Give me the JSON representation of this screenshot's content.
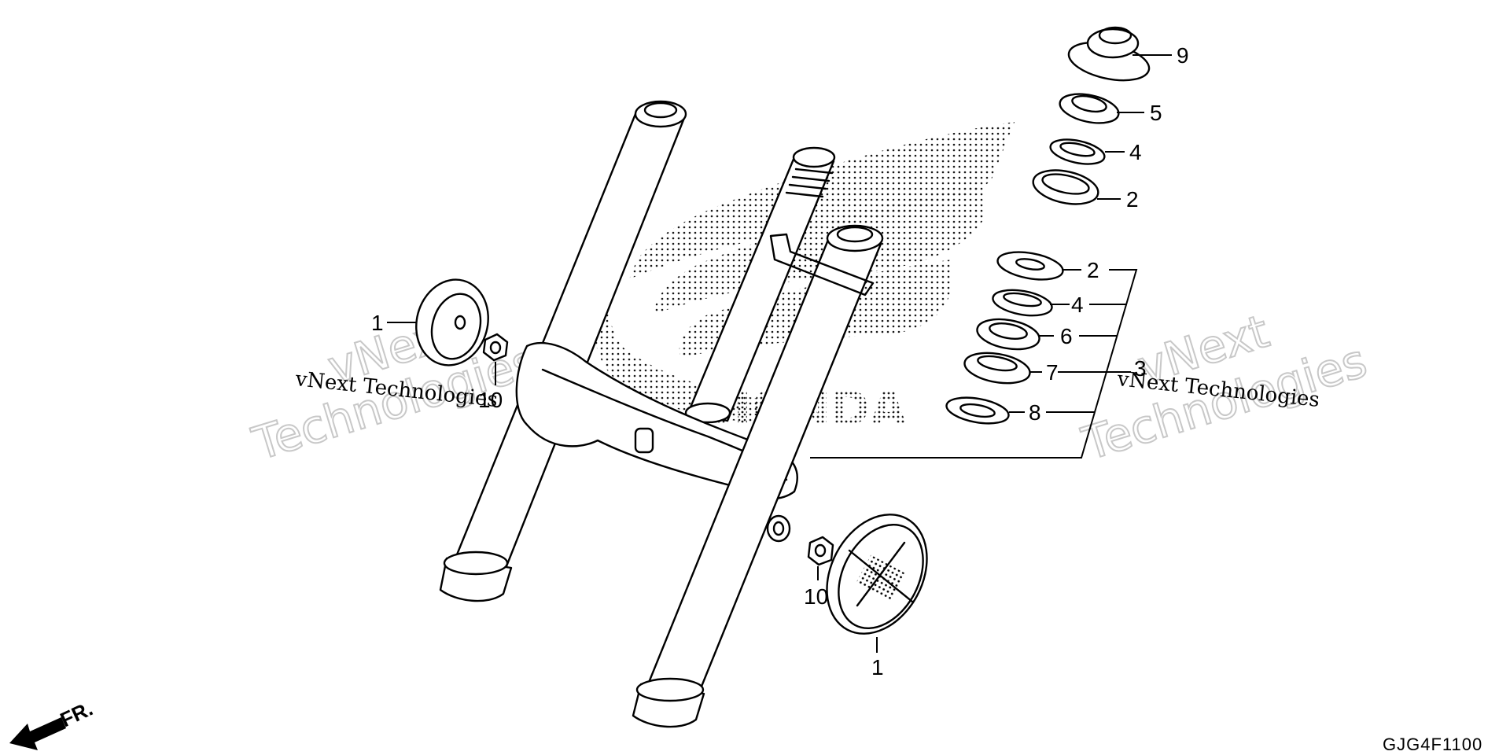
{
  "diagram": {
    "diagram_code": "GJG4F1100",
    "direction_label": "FR.",
    "watermark_line": "vNext Technologies",
    "watermark_word_1": "vNext",
    "watermark_word_2": "Technologies",
    "callouts": [
      {
        "id": "c1-left",
        "label": "1"
      },
      {
        "id": "c10-left",
        "label": "10"
      },
      {
        "id": "c10-bottom",
        "label": "10"
      },
      {
        "id": "c1-bottom",
        "label": "1"
      },
      {
        "id": "c9",
        "label": "9"
      },
      {
        "id": "c5",
        "label": "5"
      },
      {
        "id": "c4-top",
        "label": "4"
      },
      {
        "id": "c2-top",
        "label": "2"
      },
      {
        "id": "c2-lower",
        "label": "2"
      },
      {
        "id": "c4-lower",
        "label": "4"
      },
      {
        "id": "c6",
        "label": "6"
      },
      {
        "id": "c7",
        "label": "7"
      },
      {
        "id": "c8",
        "label": "8"
      },
      {
        "id": "c3",
        "label": "3"
      }
    ]
  }
}
